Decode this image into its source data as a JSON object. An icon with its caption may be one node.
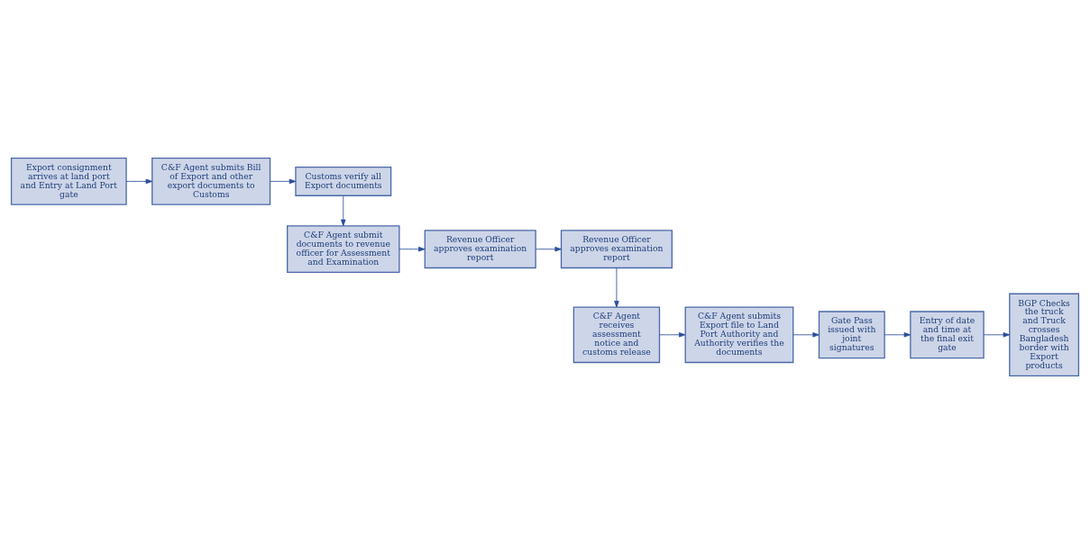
{
  "diagram": {
    "nodes": [
      {
        "text": [
          "Export consignment arrives at land port and Entry at Land Port gate"
        ]
      },
      {
        "text": [
          "C&F Agent submits Bill of Export and other export documents to Customs"
        ]
      },
      {
        "text": [
          "Customs verify all Export documents"
        ]
      },
      {
        "text": [
          "C&F Agent submit documents to revenue officer for Assessment and Examination"
        ]
      },
      {
        "text": [
          "Revenue Officer approves examination report"
        ]
      },
      {
        "text": [
          "Revenue Officer approves examination report"
        ]
      },
      {
        "text": [
          "C&F Agent receives assessment notice and customs release"
        ]
      },
      {
        "text": [
          "C&F Agent submits Export file to Land Port Authority and Authority verifies the documents"
        ]
      },
      {
        "text": [
          "Gate Pass issued with joint signatures"
        ]
      },
      {
        "text": [
          "Entry of date and time at the final exit gate"
        ]
      },
      {
        "text": [
          "BGP Checks the truck and Truck crosses Bangladesh border with Export products"
        ]
      }
    ],
    "edges": [
      {
        "from": 0,
        "to": 1,
        "arrow": "to"
      },
      {
        "from": 1,
        "to": 2,
        "arrow": "to"
      },
      {
        "from": 2,
        "to": 3,
        "arrow": "to"
      },
      {
        "from": 3,
        "to": 4,
        "arrow": "to"
      },
      {
        "from": 4,
        "to": 5,
        "arrow": "to"
      },
      {
        "from": 5,
        "to": 6,
        "arrow": "to"
      },
      {
        "from": 6,
        "to": 7,
        "arrow": "to"
      },
      {
        "from": 7,
        "to": 8,
        "arrow": "to"
      },
      {
        "from": 8,
        "to": 9,
        "arrow": "to"
      },
      {
        "from": 9,
        "to": 10,
        "arrow": "to"
      }
    ]
  }
}
